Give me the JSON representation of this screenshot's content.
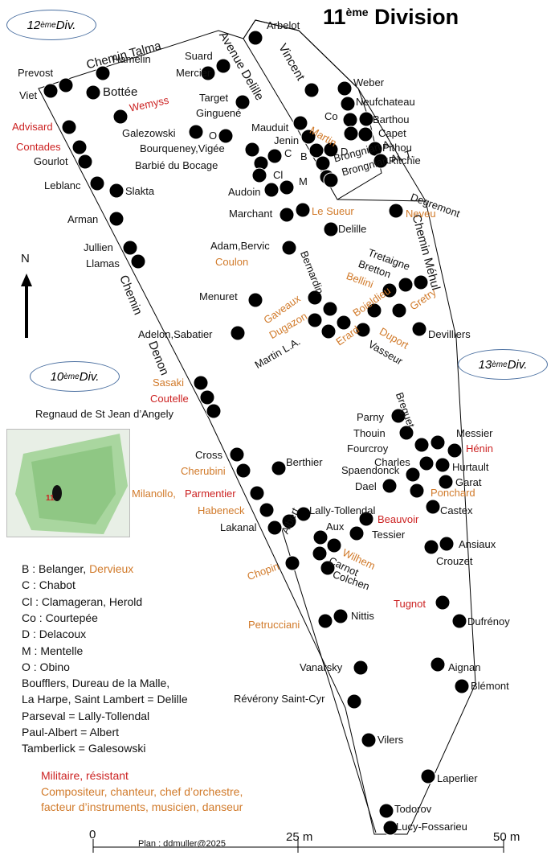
{
  "title": {
    "main": "11",
    "sup": "ème",
    "rest": " Division"
  },
  "divisions": [
    {
      "id": "div12",
      "num": "12",
      "sup": "ème",
      "word": " Div."
    },
    {
      "id": "div10",
      "num": "10",
      "sup": "ème",
      "word": " Div."
    },
    {
      "id": "div13",
      "num": "13",
      "sup": "ème",
      "word": " Div."
    }
  ],
  "north": "N",
  "inset_label": "11",
  "paths": {
    "chemin_talma": "Chemin Talma",
    "avenue_delille": "Avenue Delille",
    "chemin_denon_1": "Chemin",
    "chemin_denon_2": "Denon",
    "chemin_mehul": "Chemin Méhul",
    "albert": "Albert",
    "bernardin": "Bernardin",
    "vincent": "Vincent"
  },
  "labels": [
    "Arbelot",
    "Prevost",
    "Hamelin",
    "Suard",
    "Mercier",
    "Viet",
    "Bottée",
    "Wemyss",
    "Target",
    "Ginguené",
    "Advisard",
    "Galezowski",
    "O",
    "Contades",
    "Bourqueney,Vigée",
    "Gourlot",
    "Barbié du Bocage",
    "Leblanc",
    "Slakta",
    "Audoin",
    "Arman",
    "Marchant",
    "Le Sueur",
    "Neveu",
    "Delille",
    "Jullien",
    "Llamas",
    "Adam,Bervic",
    "Coulon",
    "Weber",
    "Neufchateau",
    "Co",
    "Barthou",
    "Capet",
    "Pithou",
    "Ritchie",
    "Mauduit",
    "Martin",
    "Jenin",
    "C",
    "B",
    "D",
    "Cl",
    "M",
    "Brongniart A.",
    "Brongniart Al. T.",
    "Degremont",
    "Tretaigne",
    "Bretton",
    "Bellini",
    "Menuret",
    "Gaveaux",
    "Boieldieu",
    "Gretry",
    "Dugazon",
    "Duport",
    "Devilliers",
    "Adelon,Sabatier",
    "Erard",
    "Vasseur",
    "Martin L.A.",
    "Sasaki",
    "Coutelle",
    "Regnaud de St Jean d’Angely",
    "Parny",
    "Breguet",
    "Thouin",
    "Messier",
    "Fourcroy",
    "Hénin",
    "Charles",
    "Hurtault",
    "Cross",
    "Berthier",
    "Spaendonck",
    "Garat",
    "Cherubini",
    "Dael",
    "Ponchard",
    "Milanollo,",
    "Parmentier",
    "Castex",
    "Habeneck",
    "Lally-Tollendal",
    "Beauvoir",
    "Lakanal",
    "Aux",
    "Tessier",
    "Ansiaux",
    "Wilhem",
    "Crouzet",
    "Carnot",
    "Chopin",
    "Colchen",
    "Tugnot",
    "Nittis",
    "Dufrénoy",
    "Petrucciani",
    "Aignan",
    "Vanarsky",
    "Blémont",
    "Révérony Saint-Cyr",
    "Vilers",
    "Laperlier",
    "Todorov",
    "Lucy-Fossarieu"
  ],
  "legend_lines": [
    {
      "key": "B : Belanger, ",
      "extra": "Dervieux"
    },
    {
      "key": "C : Chabot",
      "extra": ""
    },
    {
      "key": "Cl : Clamageran, Herold",
      "extra": ""
    },
    {
      "key": "Co : Courtepée",
      "extra": ""
    },
    {
      "key": "D : Delacoux",
      "extra": ""
    },
    {
      "key": "M : Mentelle",
      "extra": ""
    },
    {
      "key": "O : Obino",
      "extra": ""
    },
    {
      "key": "Boufflers, Dureau de la Malle,",
      "extra": ""
    },
    {
      "key": "La Harpe, Saint Lambert = Delille",
      "extra": ""
    },
    {
      "key": "Parseval = Lally-Tollendal",
      "extra": ""
    },
    {
      "key": "Paul-Albert = Albert",
      "extra": ""
    },
    {
      "key": "Tamberlick = Galesowski",
      "extra": ""
    }
  ],
  "category_legend": {
    "military": "Militaire, résistant",
    "music_1": "Compositeur, chanteur, chef d’orchestre,",
    "music_2": "facteur d’instruments, musicien, danseur"
  },
  "scale": {
    "zero": "0",
    "mid": "25 m",
    "end": "50 m"
  },
  "credit": "Plan : ddmuller@2025",
  "colors": {
    "military": "#cc2222",
    "music": "#d17a2a",
    "grave": "#000000",
    "badge_border": "#4a6fa0"
  }
}
